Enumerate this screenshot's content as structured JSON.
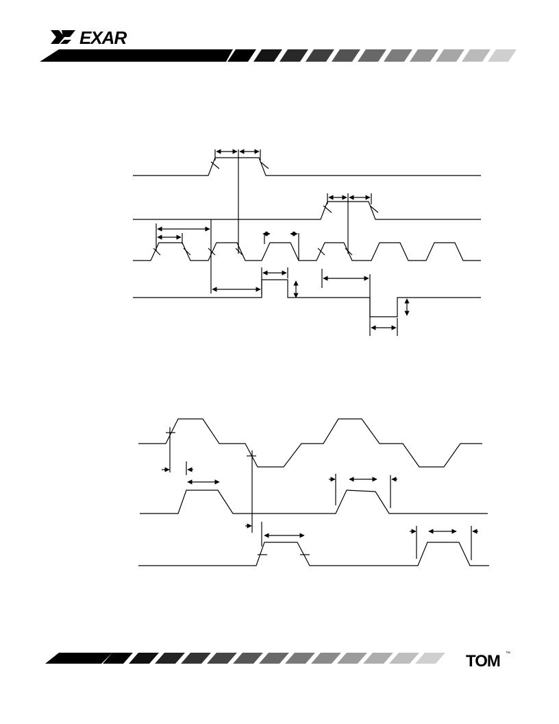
{
  "header": {
    "brand": "EXAR",
    "logo_icon": "exar-x-logo-icon"
  },
  "footer": {
    "product_logo": "TOM",
    "trademark": "™"
  },
  "colors": {
    "ink": "#000000",
    "band_dark": "#000000",
    "band_mid": "#5a5a5a",
    "band_light": "#cfcfcf"
  },
  "diagrams": [
    {
      "name": "timing-diagram-read-write",
      "signal_count": 4,
      "labels": []
    },
    {
      "name": "timing-diagram-three-signal",
      "signal_count": 3,
      "labels": []
    }
  ]
}
